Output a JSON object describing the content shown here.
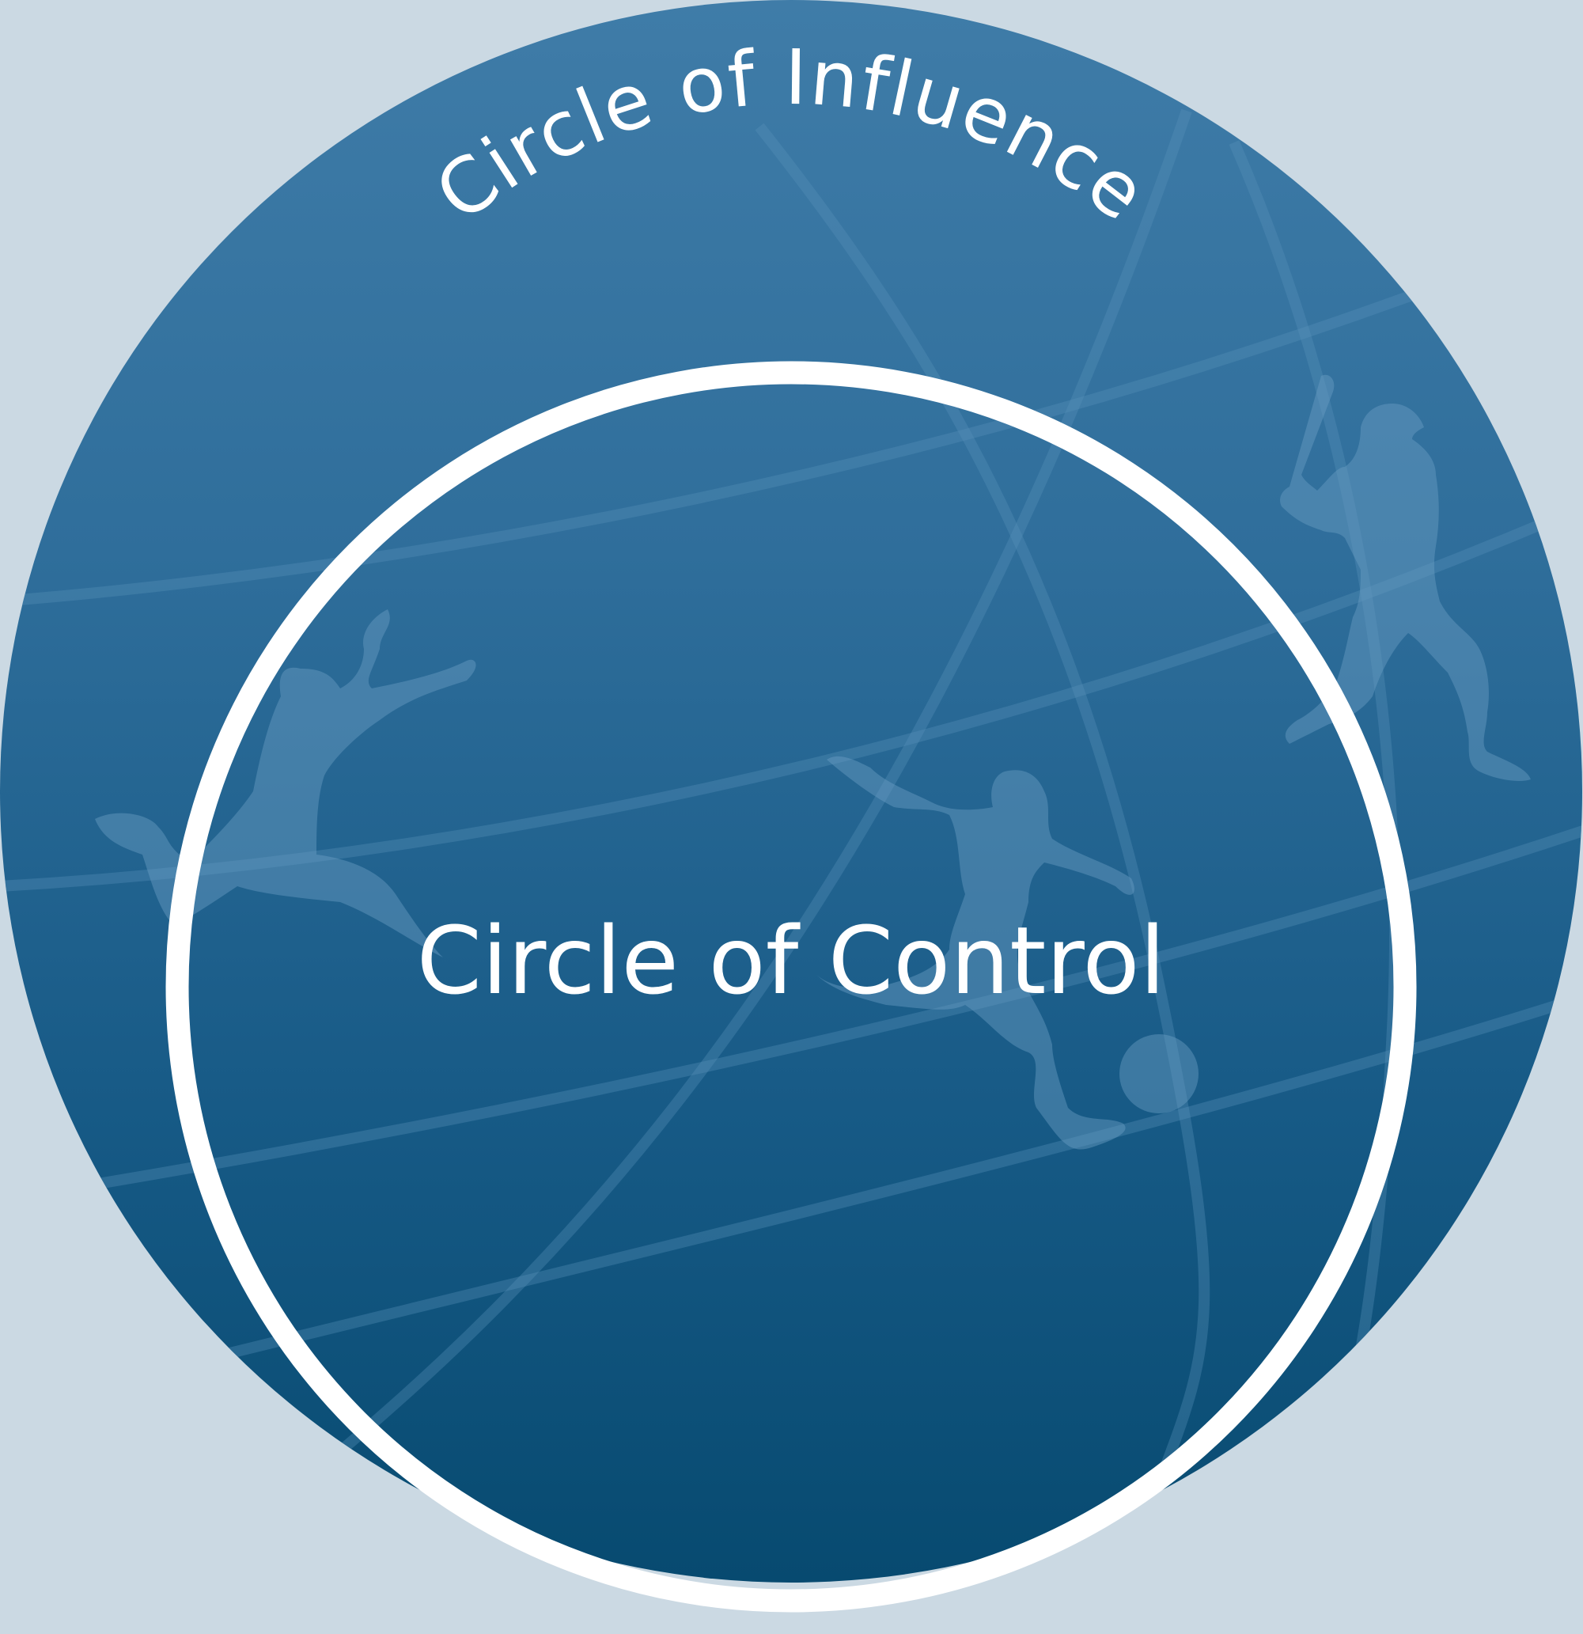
{
  "diagram": {
    "outer_circle": {
      "label": "Circle of Influence",
      "color_top": "#3f7ca8",
      "color_bottom": "#074a70"
    },
    "inner_circle": {
      "label": "Circle of Control",
      "ring_color": "#ffffff"
    },
    "background_color": "#cbd9e3",
    "silhouettes": [
      "goalkeeper",
      "soccer-player",
      "baseball-batter",
      "ball"
    ]
  }
}
